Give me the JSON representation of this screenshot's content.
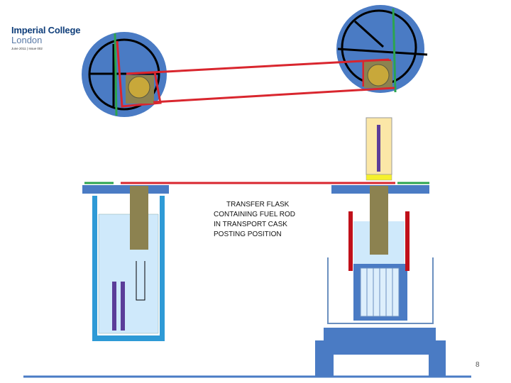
{
  "logo": {
    "line1": "Imperial College",
    "line2": "London",
    "date": "June 2011 | Issue 002"
  },
  "caption": {
    "lines": [
      "TRANSFER FLASK",
      "CONTAINING FUEL ROD",
      "IN TRANSPORT CASK",
      "POSTING POSITION"
    ]
  },
  "page_number": "8",
  "colors": {
    "disk": "#4a7bc4",
    "red": "#d9262e",
    "green": "#2ca44e",
    "olive": "#8c8250",
    "pool": "#cfe9fb",
    "pool_wall": "#2e9ad6",
    "fuel": "#5b3d99",
    "flask": "#fbe7a7",
    "yellow": "#f5f02c",
    "dark_red": "#c0101a"
  }
}
